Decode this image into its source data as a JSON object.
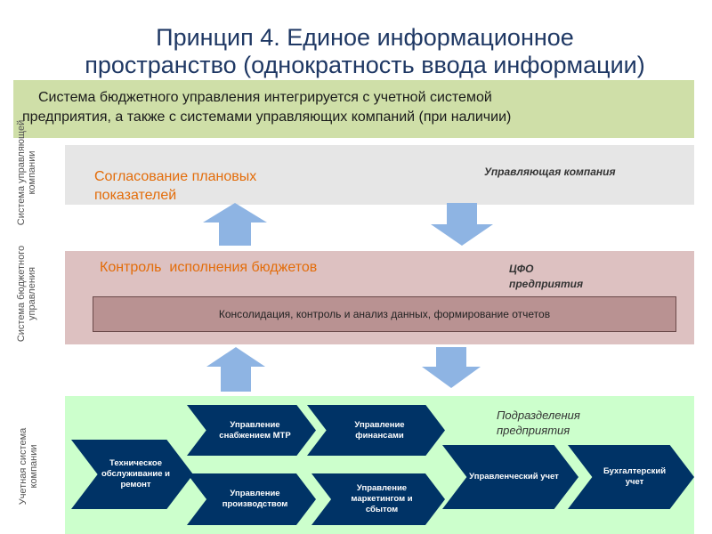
{
  "title": {
    "line1": "Принцип 4. Единое информационное",
    "line2": "пространство (однократность ввода информации)"
  },
  "banner": {
    "line1": "Система бюджетного управления интегрируется с учетной системой",
    "line2": "предприятия, а также с системами управляющих компаний (при наличии)"
  },
  "side_labels": {
    "top": "Система управляющей компании",
    "middle": "Система бюджетного управления",
    "bottom": "Учетная система компании"
  },
  "management": {
    "left": "Согласование плановых показателей",
    "right": "Управляющая компания"
  },
  "budget": {
    "left": "Контроль  исполнения бюджетов",
    "right_line1": "ЦФО",
    "right_line2": "предприятия",
    "box": "Консолидация, контроль и анализ данных, формирование отчетов"
  },
  "accounting": {
    "label_line1": "Подразделения",
    "label_line2": "предприятия",
    "chevrons": [
      "Техническое обслуживание и ремонт",
      "Управление снабжением МТР",
      "Управление финансами",
      "Управление производством",
      "Управление маркетингом и сбытом",
      "Управленческий учет",
      "Бухгалтерский учет"
    ]
  },
  "colors": {
    "title": "#1f3864",
    "banner": "#cfdfa8",
    "gray": "#e6e6e6",
    "pink": "#ddc1c1",
    "green": "#ccffcc",
    "navy": "#003366",
    "arrow": "#8eb4e3",
    "orange": "#e36c09"
  }
}
